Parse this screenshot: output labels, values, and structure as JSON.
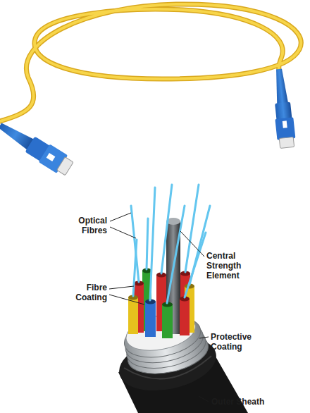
{
  "diagram": {
    "labels": [
      "Optical Fibres",
      "Central Strength Element",
      "Fibre Coating",
      "Protective Coating",
      "Outer Sheath"
    ]
  }
}
